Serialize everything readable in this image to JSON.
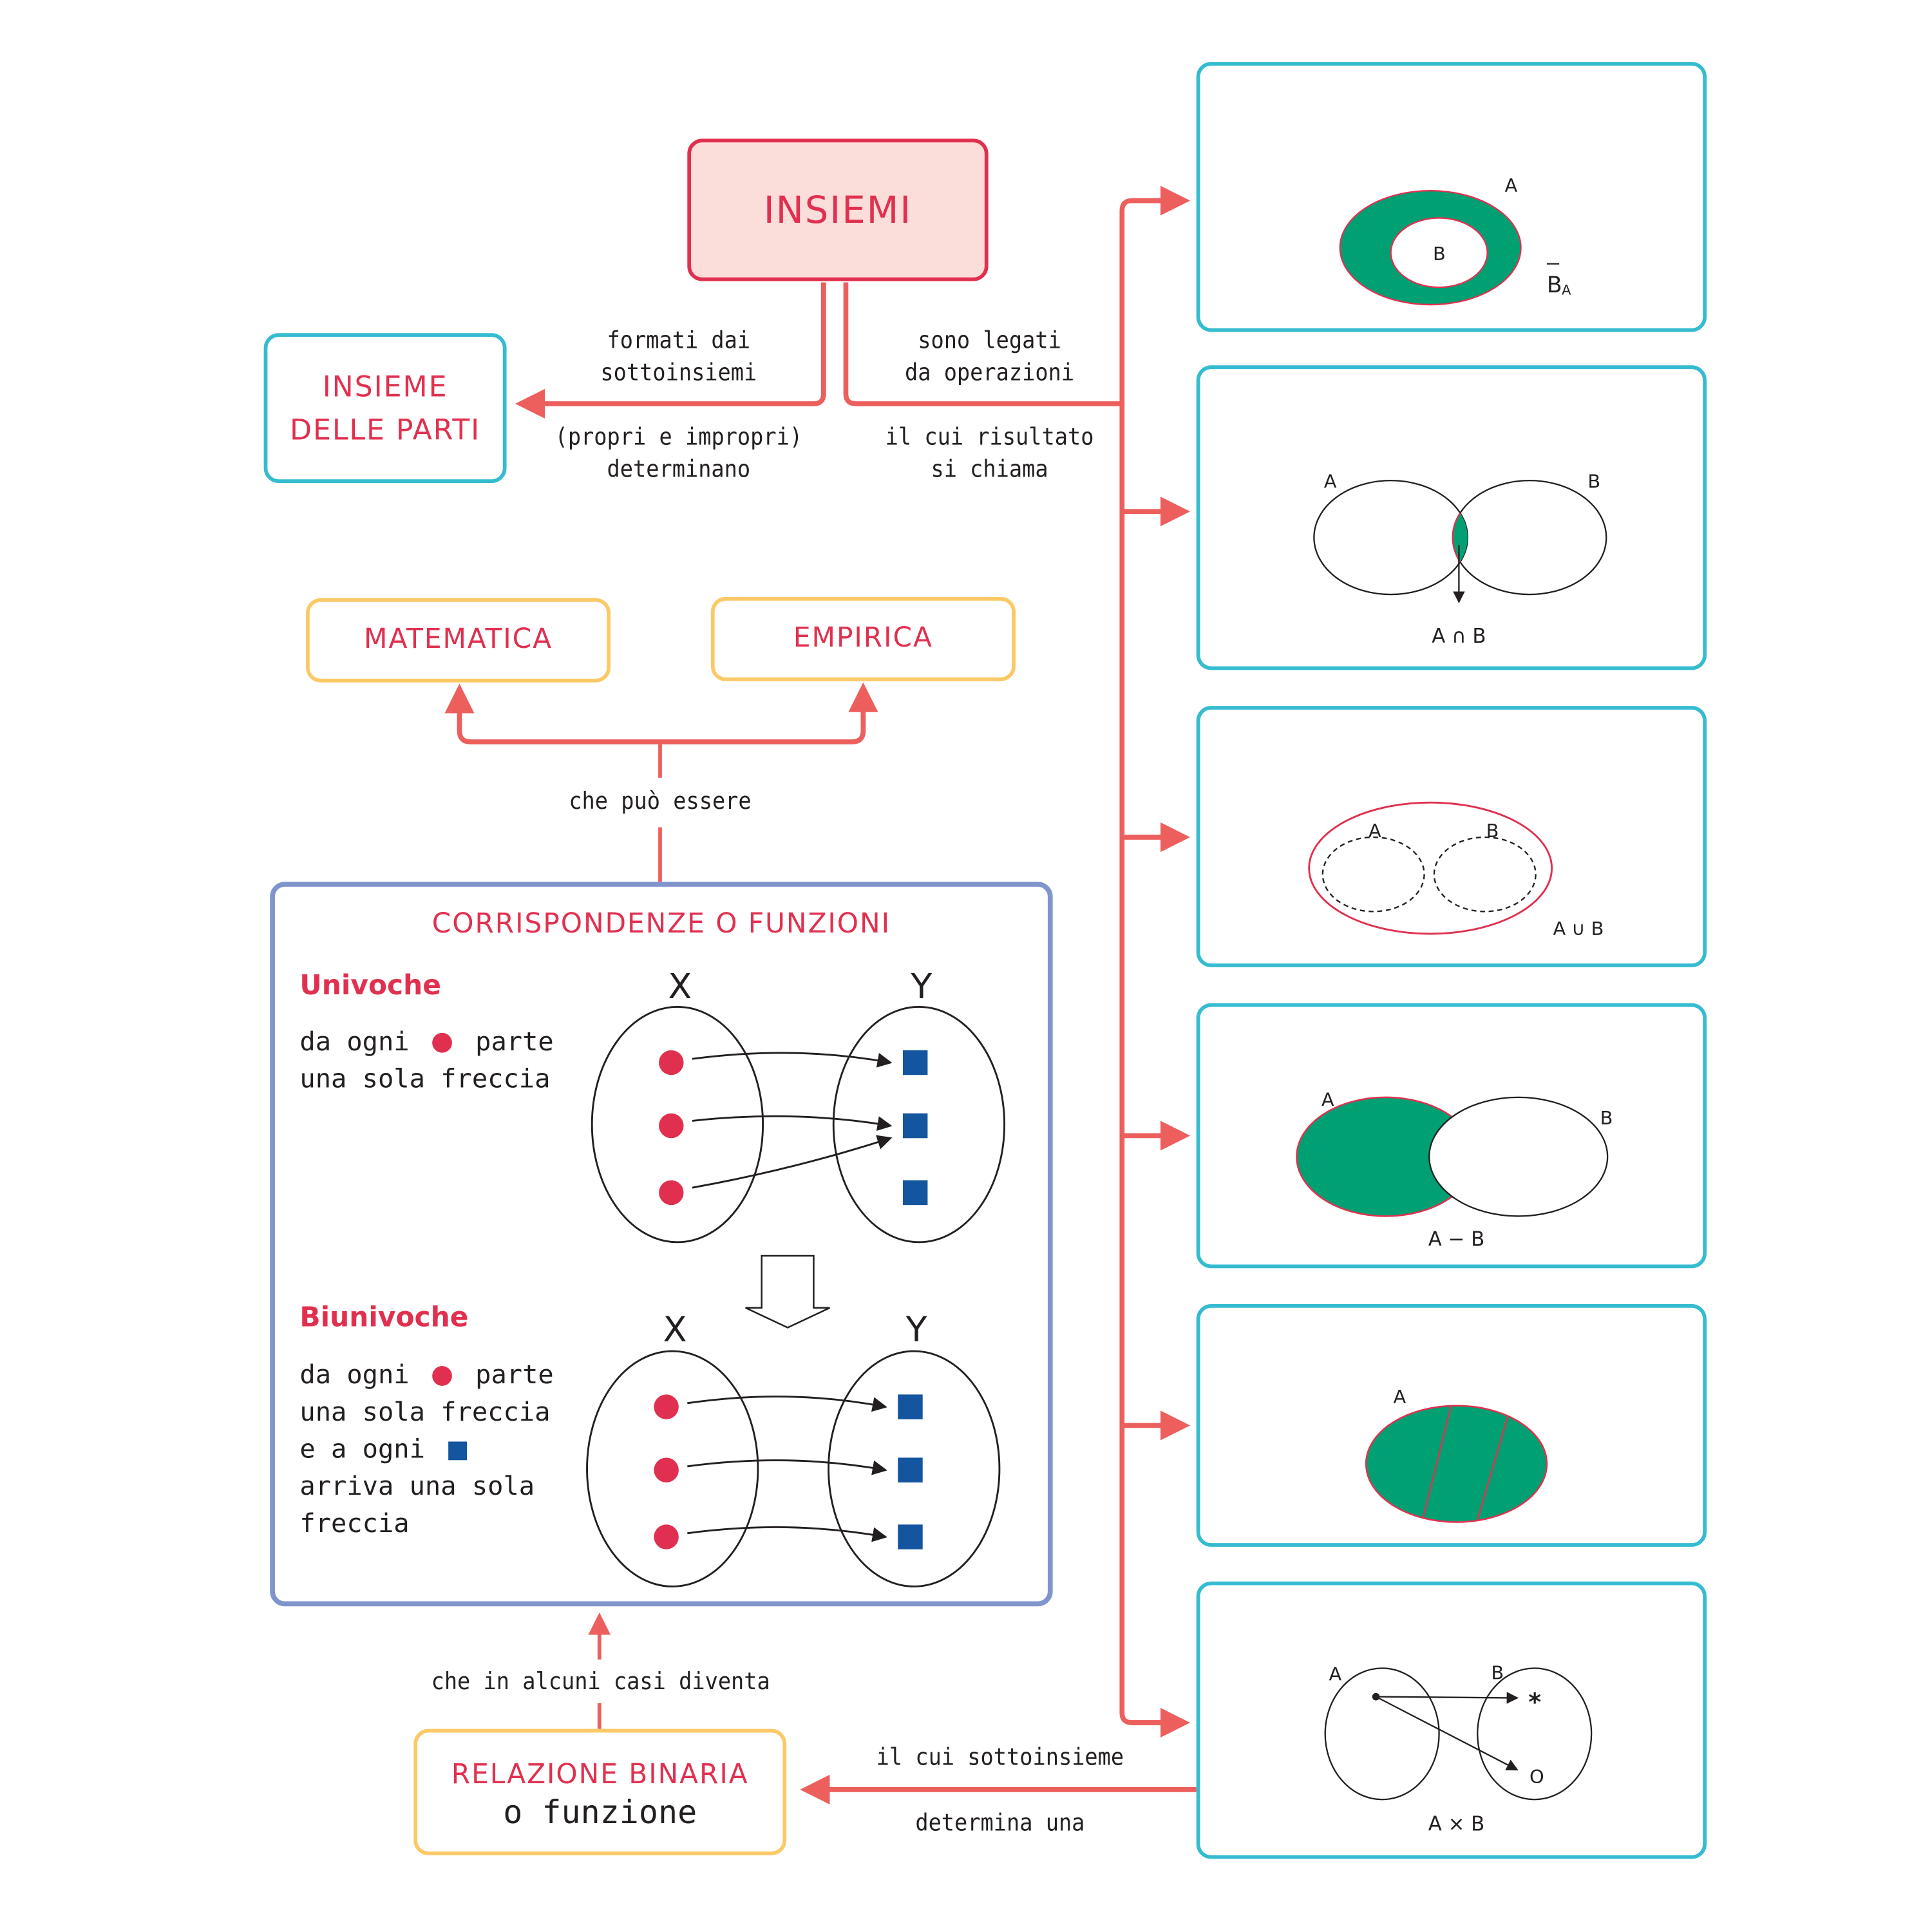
{
  "nodes": {
    "insiemi": "INSIEMI",
    "insieme_parti": [
      "INSIEME",
      "DELLE PARTI"
    ],
    "matematica": "MATEMATICA",
    "empirica": "EMPIRICA",
    "relazione": {
      "title": "RELAZIONE BINARIA",
      "subtitle": "o funzione"
    },
    "corrispondenze": {
      "title": "CORRISPONDENZE O FUNZIONI",
      "univoche": {
        "heading": "Univoche",
        "lines": [
          "da ogni",
          "parte",
          "una sola freccia"
        ],
        "set_x": "X",
        "set_y": "Y"
      },
      "biunivoche": {
        "heading": "Biunivoche",
        "lines": [
          "da ogni",
          "parte",
          "una sola freccia",
          "e a ogni",
          "arriva una sola",
          "freccia"
        ],
        "set_x": "X",
        "set_y": "Y"
      }
    }
  },
  "links": {
    "formati_top": [
      "formati dai",
      "sottoinsiemi"
    ],
    "formati_bottom": [
      "(propri e impropri)",
      "determinano"
    ],
    "legati_top": [
      "sono legati",
      "da operazioni"
    ],
    "legati_bottom": [
      "il cui risultato",
      "si chiama"
    ],
    "puo_essere": "che può essere",
    "diventa": "che in alcuni casi diventa",
    "sottoinsieme_top": "il cui sottoinsieme",
    "sottoinsieme_bottom": "determina una"
  },
  "operations": [
    {
      "name": "complement",
      "labels": {
        "outer": "A",
        "inner": "B",
        "result": "B",
        "result_sub": "A"
      }
    },
    {
      "name": "intersection",
      "labels": {
        "a": "A",
        "b": "B",
        "result": "A ∩ B"
      }
    },
    {
      "name": "union",
      "labels": {
        "a": "A",
        "b": "B",
        "result": "A ∪ B"
      }
    },
    {
      "name": "difference",
      "labels": {
        "a": "A",
        "b": "B",
        "result": "A − B"
      }
    },
    {
      "name": "partition",
      "labels": {
        "a": "A"
      }
    },
    {
      "name": "cartesian-product",
      "labels": {
        "a": "A",
        "b": "B",
        "star": "*",
        "circle": "O",
        "result": "A × B"
      }
    }
  ],
  "colors": {
    "accent_red": "#e1304f",
    "arrow": "#ec5f5d",
    "cyan_border": "#36bcd0",
    "yellow_border": "#fbc965",
    "purple_border": "#7f95cb",
    "green_fill": "#00a073",
    "blue_square": "#13559f",
    "insiemi_fill": "#fbddd9"
  }
}
